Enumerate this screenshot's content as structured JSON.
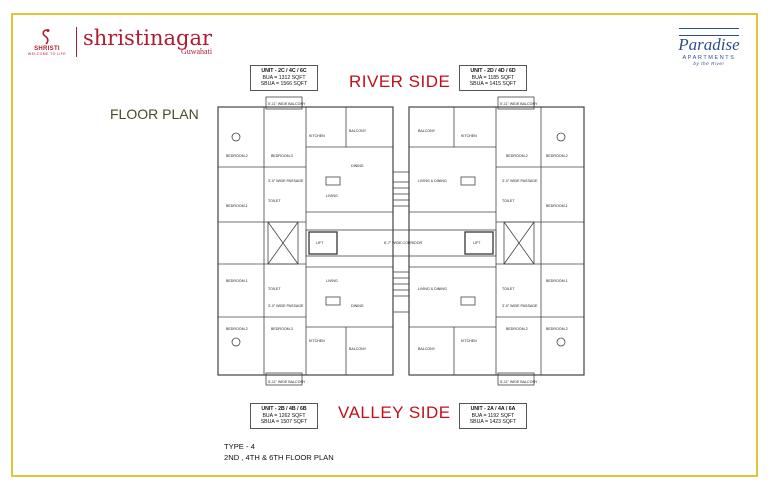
{
  "brand": {
    "mark_name": "SHRISTI",
    "mark_tagline": "WELCOME TO LIFE",
    "project": "shristinagar",
    "city": "Guwahati"
  },
  "paradise": {
    "title": "Paradise",
    "subtitle": "APARTMENTS",
    "byline": "by the River"
  },
  "labels": {
    "floor_plan": "FLOOR PLAN",
    "river_side": "RIVER SIDE",
    "valley_side": "VALLEY SIDE"
  },
  "units": {
    "top_left": {
      "title": "UNIT - 2C / 4C / 6C",
      "bua": "BUA = 1312 SQFT",
      "sbua": "SBUA = 1566 SQFT"
    },
    "top_right": {
      "title": "UNIT - 2D / 4D / 6D",
      "bua": "BUA = 1185 SQFT",
      "sbua": "SBUA = 1415 SQFT"
    },
    "bottom_left": {
      "title": "UNIT - 2B / 4B / 6B",
      "bua": "BUA = 1262 SQFT",
      "sbua": "SBUA = 1507 SQFT"
    },
    "bottom_right": {
      "title": "UNIT - 2A / 4A / 6A",
      "bua": "BUA = 1192 SQFT",
      "sbua": "SBUA = 1423 SQFT"
    }
  },
  "caption": {
    "type": "TYPE - 4",
    "floors": "2ND , 4TH & 6TH  FLOOR PLAN"
  },
  "rooms": {
    "balcony_5": "5'-11\" WIDE BALCONY",
    "bedroom_2": "BEDROOM-2",
    "bedroom_3": "BEDROOM-3",
    "bedroom_1": "BEDROOM-1",
    "kitchen": "KITCHEN",
    "balcony": "BALCONY",
    "dining": "DINING",
    "living": "LIVING",
    "living_dining": "LIVING & DINING",
    "toilet": "TOILET",
    "passage": "3'-0\" WIDE PASSAGE",
    "lift": "LIFT",
    "corridor": "6'-7\" WIDE CORRIDOR"
  }
}
